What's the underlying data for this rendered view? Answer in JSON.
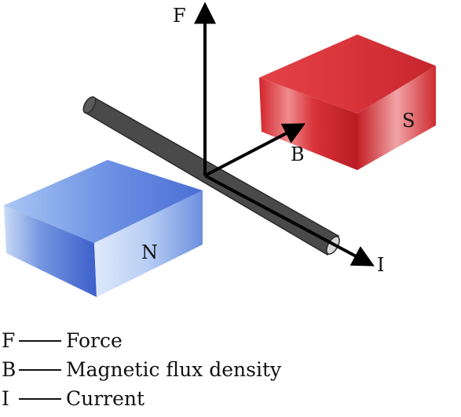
{
  "diagram": {
    "labels": {
      "force": "F",
      "flux": "B",
      "current": "I",
      "north_pole": "N",
      "south_pole": "S"
    },
    "colors": {
      "north_magnet": "#4f74d6",
      "south_magnet": "#d42a2f",
      "conductor": "#6f6f6f",
      "arrows": "#000000"
    }
  },
  "legend": {
    "items": [
      {
        "symbol": "F",
        "text": "Force"
      },
      {
        "symbol": "B",
        "text": "Magnetic flux density"
      },
      {
        "symbol": "I",
        "text": "Current"
      }
    ]
  }
}
